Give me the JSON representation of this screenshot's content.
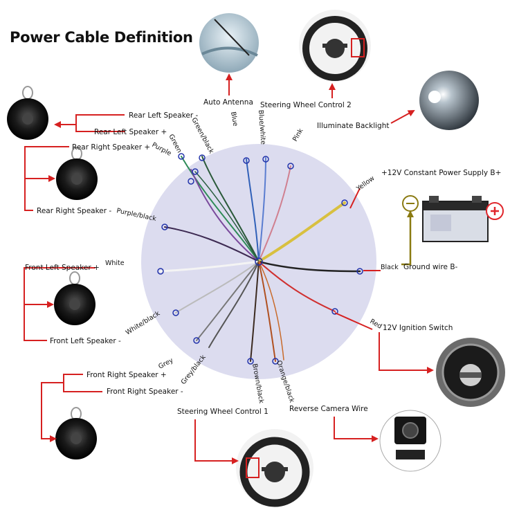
{
  "title": "Power Cable Definition",
  "speaker_labels": {
    "rear_left_neg": "Rear Left Speaker -",
    "rear_left_pos": "Rear Left Speaker +",
    "rear_right_pos": "Rear Right Speaker +",
    "rear_right_neg": "Rear Right Speaker -",
    "front_left_pos": "Front Left Speaker +",
    "front_left_neg": "Front Left Speaker -",
    "front_right_pos": "Front Right Speaker +",
    "front_right_neg": "Front Right Speaker -"
  },
  "function_labels": {
    "auto_antenna": "Auto Antenna",
    "steering_wheel_control_2": "Steering Wheel Control 2",
    "illuminate_backlight": "Illuminate Backlight",
    "constant_power": "+12V Constant Power Supply B+",
    "ground_wire": "Ground wire B-",
    "ignition_switch": "12V Ignition Switch",
    "steering_wheel_control_1": "Steering Wheel Control 1",
    "reverse_camera_wire": "Reverse Camera Wire"
  },
  "wire_colors": {
    "green": "Green",
    "green_black": "Green/black",
    "blue": "Blue",
    "blue_white": "Blue/white",
    "pink": "Pink",
    "purple": "Purple",
    "yellow": "Yellow",
    "purple_black": "Purple/black",
    "black": "Black",
    "white": "White",
    "red": "Red",
    "white_black": "White/black",
    "grey": "Grey",
    "grey_black": "Grey/black",
    "brown_black": "Brown/black",
    "orange_black": "Orange/black"
  },
  "colors": {
    "arrow_red": "#d62020",
    "circle_bg": "#dcdcef",
    "battery_arrow": "#8a7a10",
    "plus_red": "#e0262c"
  }
}
